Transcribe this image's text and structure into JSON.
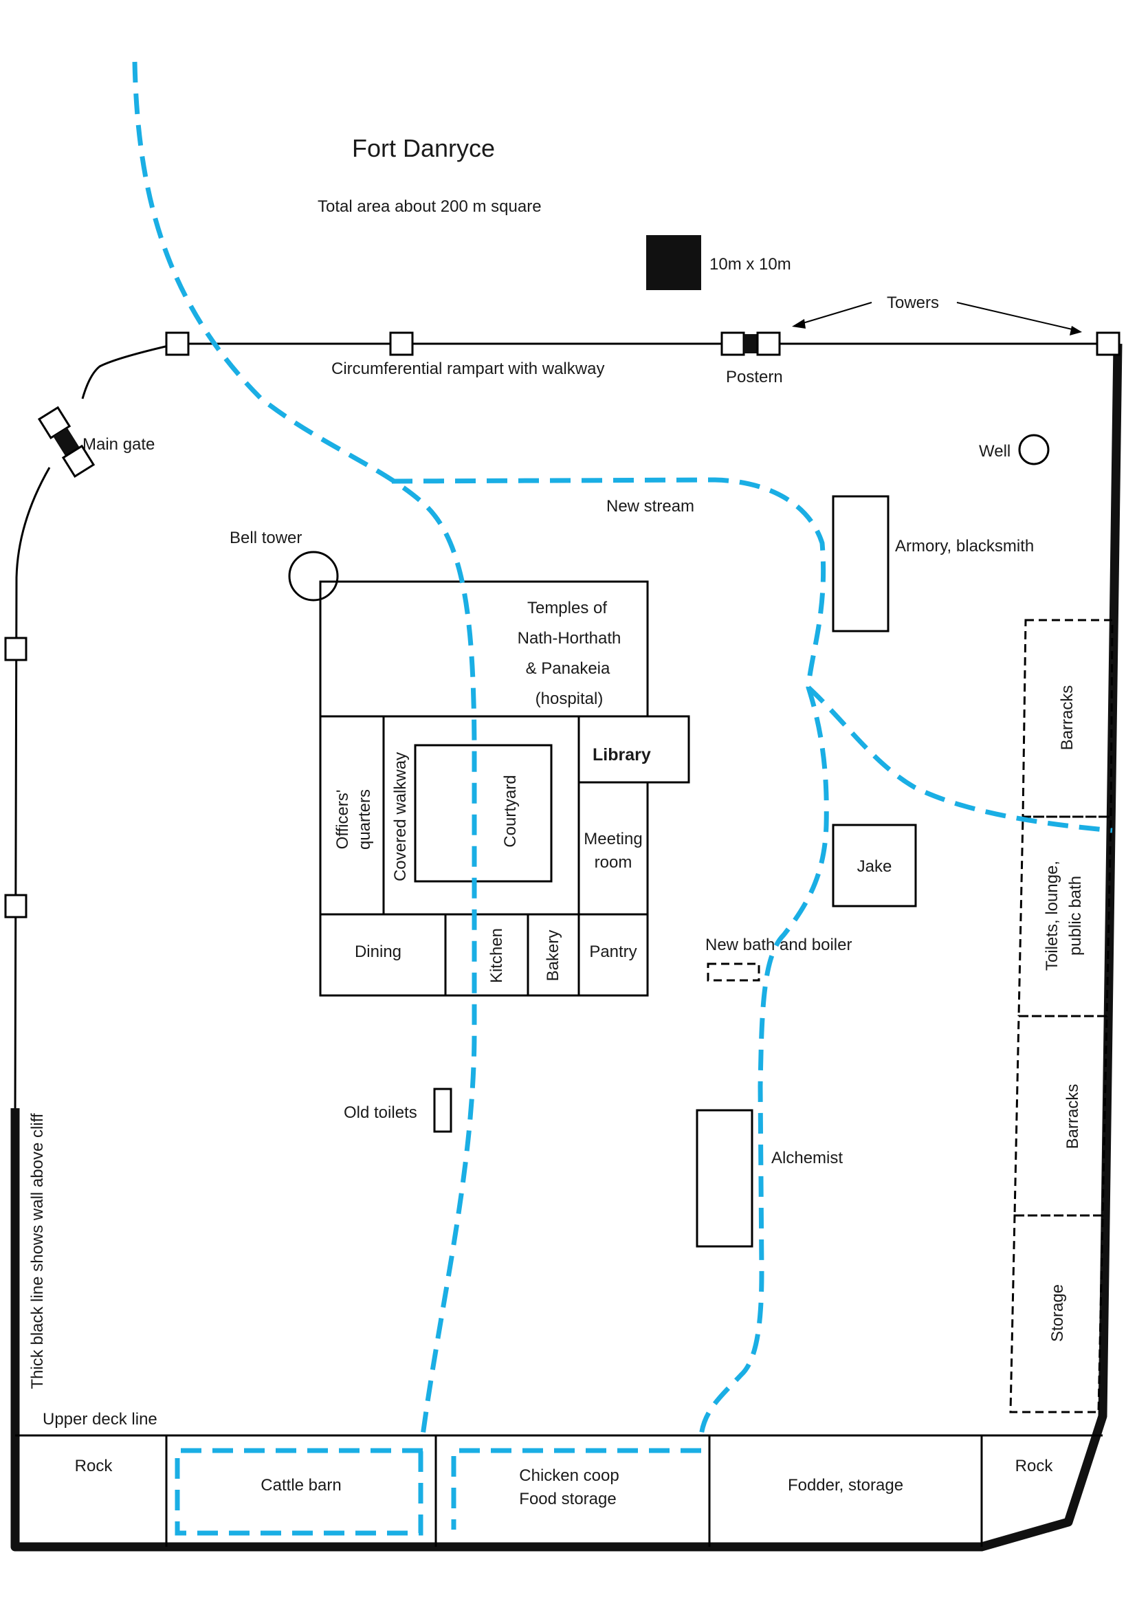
{
  "title": "Fort Danryce",
  "subtitle": "Total area about 200 m square",
  "scale_label": "10m x 10m",
  "labels": {
    "towers": "Towers",
    "rampart": "Circumferential rampart with walkway",
    "postern": "Postern",
    "main_gate": "Main gate",
    "well": "Well",
    "new_stream": "New stream",
    "bell_tower": "Bell tower",
    "armory": "Armory, blacksmith",
    "temples_line1": "Temples of",
    "temples_line2": "Nath-Horthath",
    "temples_line3": "& Panakeia",
    "temples_line4": "(hospital)",
    "library": "Library",
    "officers_line1": "Officers'",
    "officers_line2": "quarters",
    "covered_walkway": "Covered walkway",
    "courtyard": "Courtyard",
    "meeting_line1": "Meeting",
    "meeting_line2": "room",
    "jake": "Jake",
    "barracks_1": "Barracks",
    "toilets_line1": "Toilets, lounge,",
    "toilets_line2": "public bath",
    "barracks_2": "Barracks",
    "storage": "Storage",
    "dining": "Dining",
    "kitchen": "Kitchen",
    "bakery": "Bakery",
    "pantry": "Pantry",
    "new_bath": "New bath and boiler",
    "old_toilets": "Old toilets",
    "alchemist": "Alchemist",
    "cliff_note": "Thick black line shows wall above cliff",
    "upper_deck": "Upper deck line",
    "rock_left": "Rock",
    "cattle_barn": "Cattle barn",
    "chicken_line1": "Chicken coop",
    "chicken_line2": "Food storage",
    "fodder": "Fodder, storage",
    "rock_right": "Rock"
  },
  "colors": {
    "stream": "#1aaee4",
    "walls": "#000000",
    "scale_block": "#111111"
  }
}
